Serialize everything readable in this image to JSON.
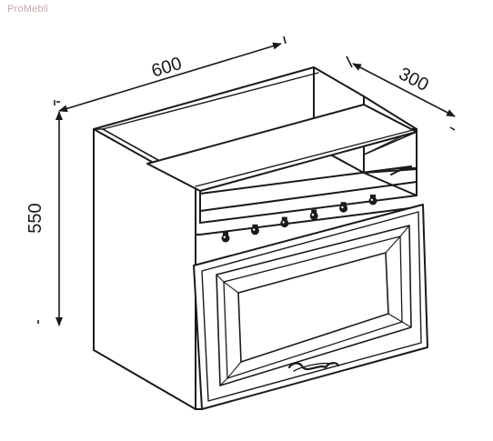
{
  "watermark": "ProMebli",
  "drawing": {
    "dimensions": {
      "width": "600",
      "depth": "300",
      "height": "550"
    },
    "knob_count": 6,
    "colors": {
      "line": "#1a1a1a",
      "background": "#ffffff",
      "watermark": "#c8a6a6"
    }
  }
}
